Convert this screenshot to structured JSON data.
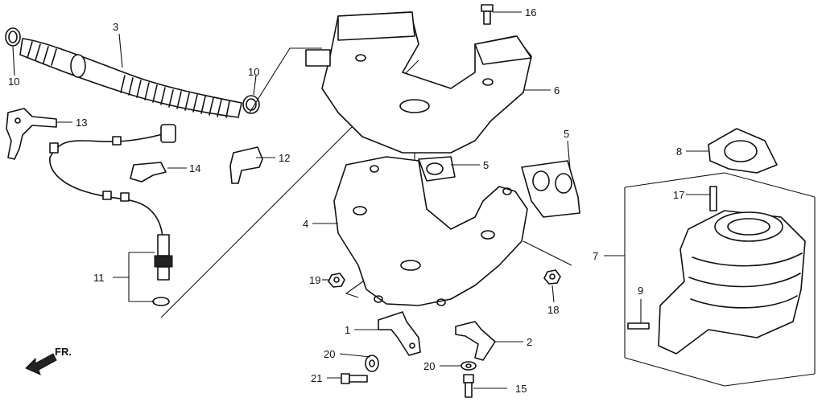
{
  "diagram": {
    "callouts": {
      "c1": "1",
      "c2": "2",
      "c3": "3",
      "c4": "4",
      "c5a": "5",
      "c5b": "5",
      "c6": "6",
      "c7": "7",
      "c8": "8",
      "c9": "9",
      "c10a": "10",
      "c10b": "10",
      "c11": "11",
      "c12": "12",
      "c13": "13",
      "c14": "14",
      "c15": "15",
      "c16": "16",
      "c17": "17",
      "c18": "18",
      "c19": "19",
      "c20a": "20",
      "c20b": "20",
      "c21": "21"
    },
    "direction_label": "FR."
  }
}
